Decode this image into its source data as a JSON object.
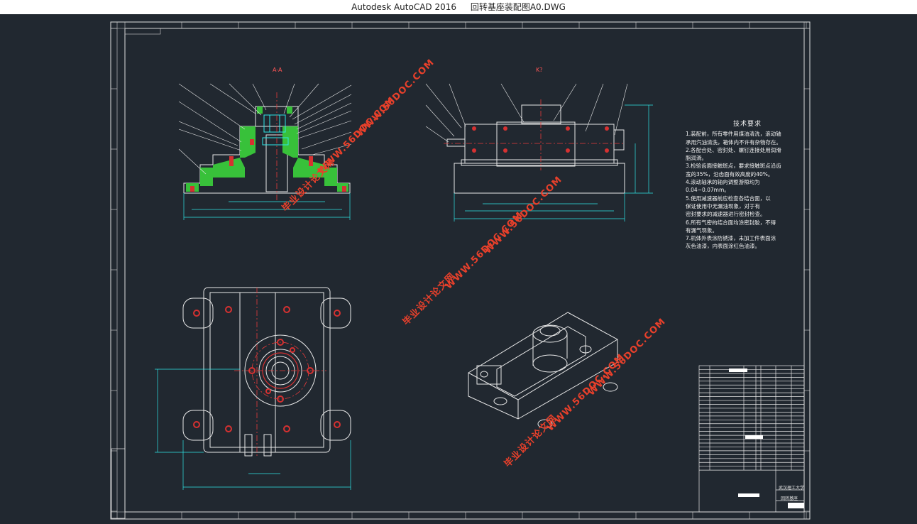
{
  "window": {
    "app_title": "Autodesk AutoCAD 2016",
    "file_name": "回转基座装配图A0.DWG"
  },
  "drawing": {
    "section_label": "A-A",
    "view_label": "K?",
    "tech_notes": {
      "heading": "技术要求",
      "lines": [
        "1.装配前，所有零件用煤油清洗，滚动轴",
        "承用汽油清洗，箱体内不许有杂物存在。",
        "2.各配合处、密封处、螺钉连接处用润滑",
        "脂润滑。",
        "3.检验齿面接触斑点，要求接触斑点沿齿",
        "宽的35%，沿齿面有效高度的40%。",
        "4.滚动轴承的轴向调整游隙均为",
        "0.04~0.07mm。",
        "5.使用减速器前应检查各结合面，以",
        "保证使用中无漏油现象，对于有",
        "密封要求的减速器进行密封检查。",
        "6.所有气密的结合面均涂密封胶，不得",
        "有漏气现象。",
        "7.机体外表涂防锈漆，未加工件表面涂",
        "灰色油漆，内表面涂红色油漆。"
      ]
    },
    "watermarks": [
      "WWW.56DOC.COM",
      "毕业设计论文网"
    ],
    "title_block": {
      "school": "武汉理工大学",
      "drawing_name": "回转基座"
    }
  }
}
